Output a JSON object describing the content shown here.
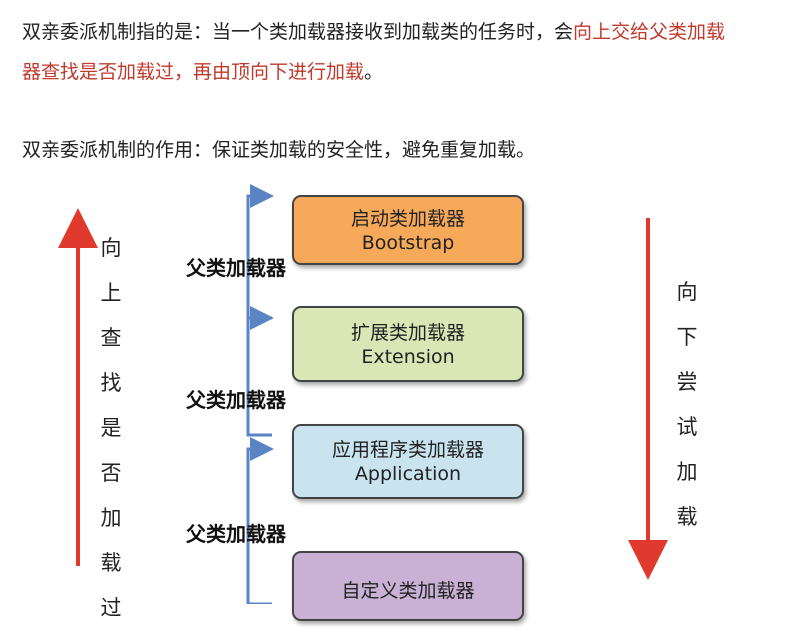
{
  "intro": {
    "line1_plain": "双亲委派机制指的是：当一个类加载器接收到加载类的任务时，会",
    "line1_red": "向上交给父类加载",
    "line2_red": "器查找是否加载过，再由顶向下进行加载",
    "line2_end": "。"
  },
  "purpose": {
    "text": "双亲委派机制的作用：保证类加载的安全性，避免重复加载。"
  },
  "loaders": {
    "bootstrap": {
      "zh": "启动类加载器",
      "en": "Bootstrap"
    },
    "extension": {
      "zh": "扩展类加载器",
      "en": "Extension"
    },
    "application": {
      "zh": "应用程序类加载器",
      "en": "Application"
    },
    "custom": {
      "zh": "自定义类加载器"
    }
  },
  "parent_labels": [
    "父类加载器",
    "父类加载器",
    "父类加载器"
  ],
  "left_arrow": {
    "chars": [
      "向",
      "上",
      "查",
      "找",
      "是",
      "否",
      "加",
      "载",
      "过"
    ],
    "color": "#e03a2f"
  },
  "right_arrow": {
    "chars": [
      "向",
      "下",
      "尝",
      "试",
      "加",
      "载"
    ],
    "color": "#e03a2f"
  },
  "connector_color": "#5b84c4"
}
